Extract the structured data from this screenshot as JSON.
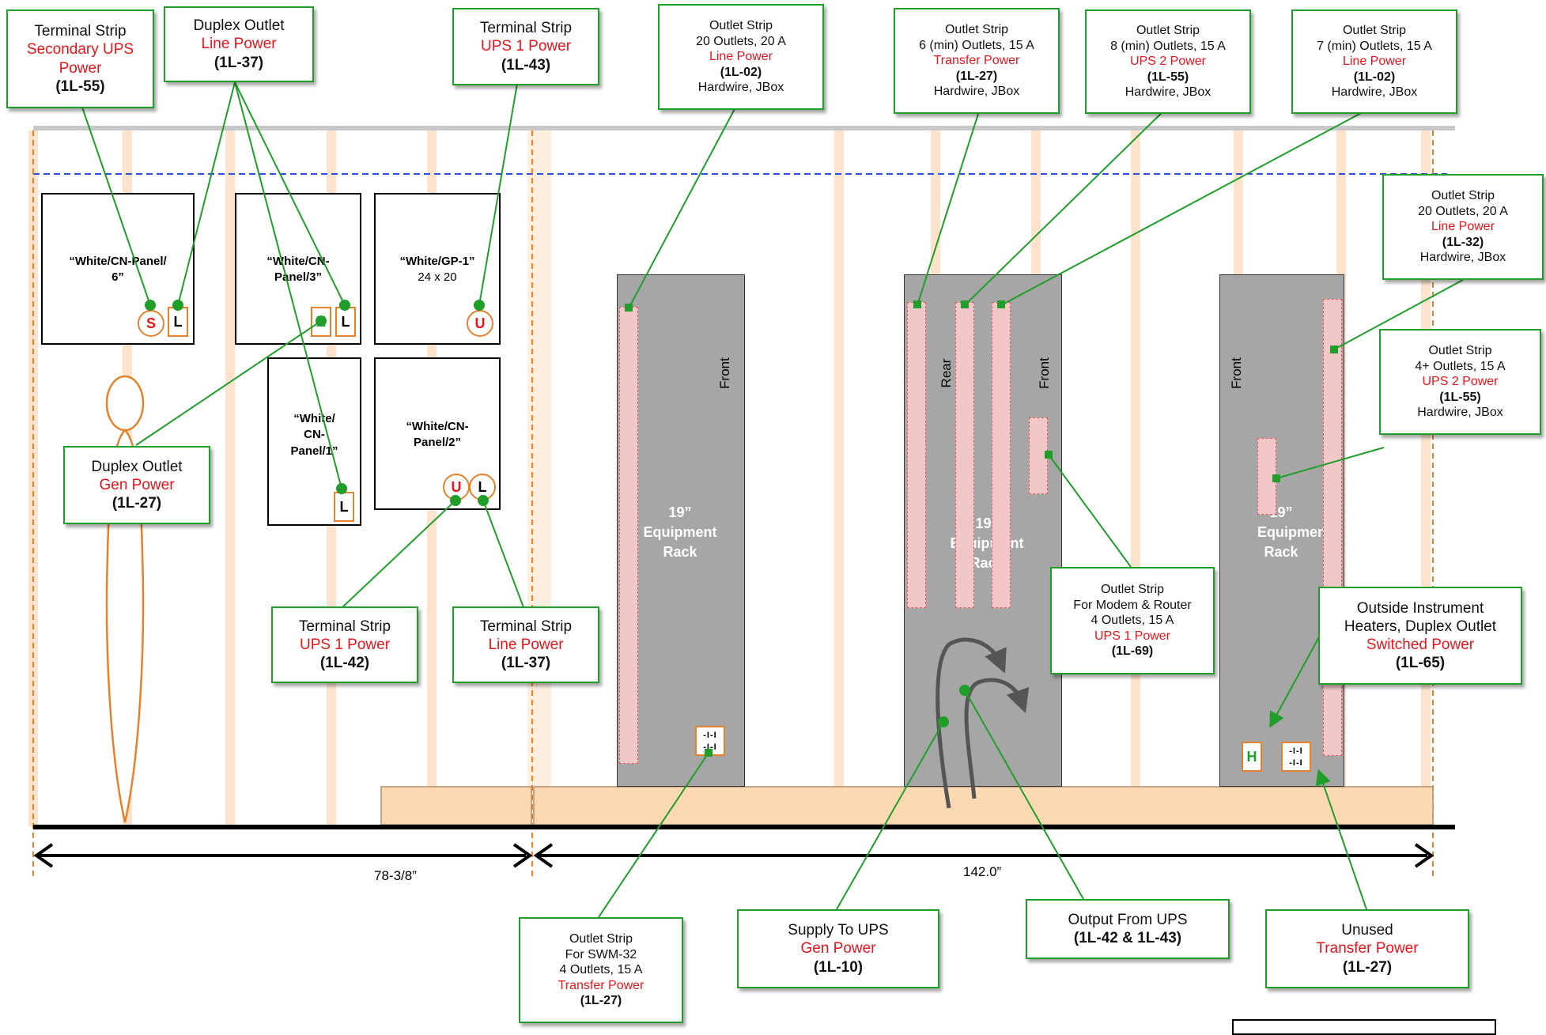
{
  "callouts": {
    "c1": [
      "Terminal Strip",
      "Secondary UPS Power",
      "(1L-55)"
    ],
    "c2": [
      "Duplex Outlet",
      "Line Power",
      "(1L-37)"
    ],
    "c3": [
      "Terminal Strip",
      "UPS 1 Power",
      "(1L-43)"
    ],
    "c4": [
      "Outlet Strip",
      "20 Outlets, 20 A",
      "Line Power",
      "(1L-02)",
      "Hardwire, JBox"
    ],
    "c5": [
      "Outlet Strip",
      "6 (min) Outlets, 15 A",
      "Transfer Power",
      "(1L-27)",
      "Hardwire, JBox"
    ],
    "c6": [
      "Outlet Strip",
      "8 (min) Outlets, 15 A",
      "UPS 2 Power",
      "(1L-55)",
      "Hardwire, JBox"
    ],
    "c7": [
      "Outlet Strip",
      "7 (min) Outlets, 15 A",
      "Line Power",
      "(1L-02)",
      "Hardwire, JBox"
    ],
    "c8": [
      "Outlet Strip",
      "20 Outlets, 20 A",
      "Line Power",
      "(1L-32)",
      "Hardwire, JBox"
    ],
    "c9": [
      "Outlet Strip",
      "4+ Outlets, 15 A",
      "UPS 2 Power",
      "(1L-55)",
      "Hardwire, JBox"
    ],
    "c10": [
      "Duplex Outlet",
      "Gen Power",
      "(1L-27)"
    ],
    "c11": [
      "Terminal Strip",
      "UPS 1 Power",
      "(1L-42)"
    ],
    "c12": [
      "Terminal Strip",
      "Line Power",
      "(1L-37)"
    ],
    "c13": [
      "Outlet Strip",
      "For Modem & Router",
      "4 Outlets, 15 A",
      "UPS 1 Power",
      "(1L-69)"
    ],
    "c14": [
      "Outside Instrument",
      "Heaters, Duplex Outlet",
      "Switched Power",
      "(1L-65)"
    ],
    "c15": [
      "Outlet Strip",
      "For SWM-32",
      "4 Outlets, 15 A",
      "Transfer Power",
      "(1L-27)"
    ],
    "c16": [
      "Supply To UPS",
      "Gen Power",
      "(1L-10)"
    ],
    "c17": [
      "Output From UPS",
      "(1L-42 & 1L-43)"
    ],
    "c18": [
      "Unused",
      "Transfer Power",
      "(1L-27)"
    ]
  },
  "panels": {
    "p1": [
      "“White/CN-Panel/",
      "6”"
    ],
    "p2": [
      "“White/CN-",
      "Panel/3”"
    ],
    "p3": [
      "“White/GP-1”",
      "24 x 20"
    ],
    "p4": [
      "“White/",
      "CN-",
      "Panel/1”"
    ],
    "p5": [
      "“White/CN-",
      "Panel/2”"
    ]
  },
  "badges": {
    "s": "S",
    "l": "L",
    "x": "X",
    "u": "U",
    "h": "H",
    "rs": "-I-I"
  },
  "racks": {
    "rack_label": [
      "19”",
      "Equipment",
      "Rack"
    ],
    "front": "Front",
    "rear": "Rear"
  },
  "dimensions": {
    "left": "78-3/8”",
    "right": "142.0”"
  },
  "colors": {
    "callout_border": "#1f9e2a",
    "red_text": "#e8141b",
    "rack": "#a6a6a6",
    "strip": "#f1c7c7",
    "wood": "#fcd9b2",
    "outline_orange": "#e4822b"
  }
}
